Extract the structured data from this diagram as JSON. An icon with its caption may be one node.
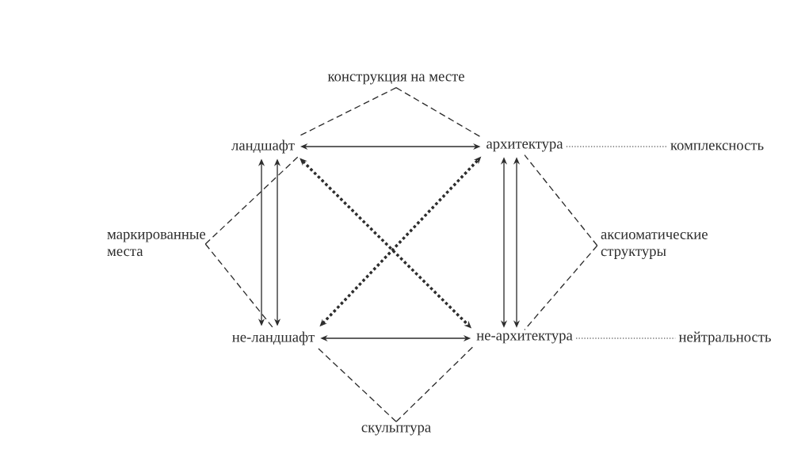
{
  "diagram": {
    "nodes": [
      {
        "text": [
          "конструкция на месте"
        ]
      },
      {
        "text": [
          "ландшафт"
        ]
      },
      {
        "text": [
          "архитектура"
        ]
      },
      {
        "text": [
          "комплексность"
        ]
      },
      {
        "text": [
          "маркированные места"
        ]
      },
      {
        "text": [
          "аксиоматические структуры"
        ]
      },
      {
        "text": [
          "не-ландшафт"
        ]
      },
      {
        "text": [
          "не-архитектура"
        ]
      },
      {
        "text": [
          "нейтральность"
        ]
      },
      {
        "text": [
          "скульптура"
        ]
      }
    ],
    "edges": [
      {
        "from": 1,
        "to": 2,
        "arrow": "both"
      },
      {
        "from": 1,
        "to": 6,
        "arrow": "both"
      },
      {
        "from": 1,
        "to": 6,
        "arrow": "both"
      },
      {
        "from": 2,
        "to": 7,
        "arrow": "both"
      },
      {
        "from": 2,
        "to": 7,
        "arrow": "both"
      },
      {
        "from": 6,
        "to": 7,
        "arrow": "both"
      },
      {
        "from": 6,
        "to": 2,
        "arrow": "both",
        "style": "dashed"
      },
      {
        "from": 1,
        "to": 7,
        "arrow": "both",
        "style": "dashed"
      },
      {
        "from": 0,
        "to": 1,
        "arrow": "none",
        "style": "dashed"
      },
      {
        "from": 0,
        "to": 2,
        "arrow": "none",
        "style": "dashed"
      },
      {
        "from": 4,
        "to": 1,
        "arrow": "none",
        "style": "dashed"
      },
      {
        "from": 4,
        "to": 6,
        "arrow": "none",
        "style": "dashed"
      },
      {
        "from": 5,
        "to": 2,
        "arrow": "none",
        "style": "dashed"
      },
      {
        "from": 5,
        "to": 7,
        "arrow": "none",
        "style": "dashed"
      },
      {
        "from": 9,
        "to": 6,
        "arrow": "none",
        "style": "dashed"
      },
      {
        "from": 9,
        "to": 7,
        "arrow": "none",
        "style": "dashed"
      },
      {
        "from": 2,
        "to": 3,
        "arrow": "none",
        "style": "dashed"
      },
      {
        "from": 7,
        "to": 8,
        "arrow": "none",
        "style": "dashed"
      }
    ]
  }
}
